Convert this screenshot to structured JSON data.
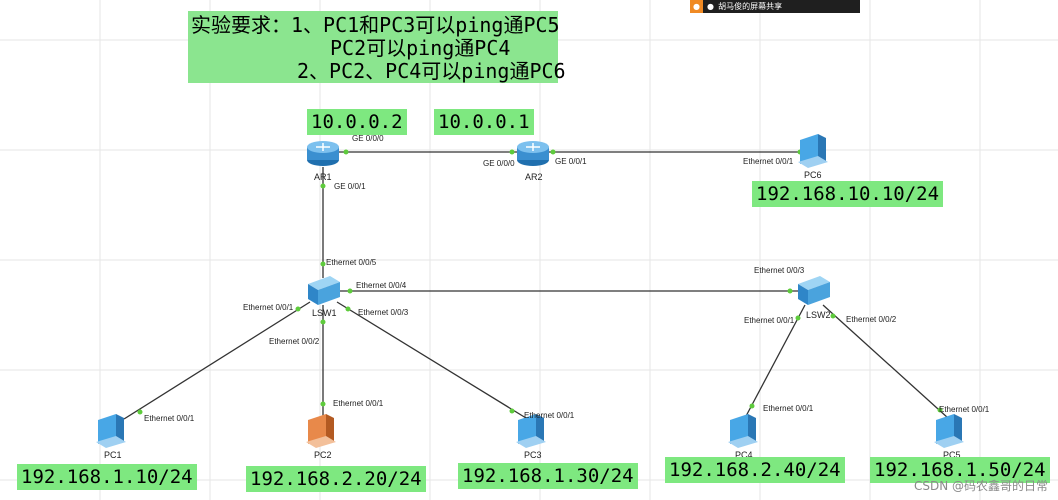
{
  "requirements": {
    "line1": "实验要求：1、PC1和PC3可以ping通PC5",
    "line2": "PC2可以ping通PC4",
    "line3": "2、PC2、PC4可以ping通PC6"
  },
  "share_bar": {
    "text": "胡马俊的屏幕共享"
  },
  "watermark": "CSDN @码农鑫哥的日常",
  "ip_labels": {
    "ar1": "10.0.0.2",
    "ar2": "10.0.0.1",
    "pc6": "192.168.10.10/24",
    "pc1": "192.168.1.10/24",
    "pc2": "192.168.2.20/24",
    "pc3": "192.168.1.30/24",
    "pc4": "192.168.2.40/24",
    "pc5": "192.168.1.50/24"
  },
  "devices": {
    "ar1": "AR1",
    "ar2": "AR2",
    "lsw1": "LSW1",
    "lsw2": "LSW2",
    "pc1": "PC1",
    "pc2": "PC2",
    "pc3": "PC3",
    "pc4": "PC4",
    "pc5": "PC5",
    "pc6": "PC6"
  },
  "ports": {
    "ar1_ge000": "GE 0/0/0",
    "ar1_ge001": "GE 0/0/1",
    "ar2_ge000": "GE 0/0/0",
    "ar2_ge001": "GE 0/0/1",
    "pc6_eth": "Ethernet 0/0/1",
    "lsw1_e5": "Ethernet 0/0/5",
    "lsw1_e4": "Ethernet 0/0/4",
    "lsw1_e1": "Ethernet 0/0/1",
    "lsw1_e3": "Ethernet 0/0/3",
    "lsw1_e2": "Ethernet 0/0/2",
    "lsw2_e3": "Ethernet 0/0/3",
    "lsw2_e1": "Ethernet 0/0/1",
    "lsw2_e2": "Ethernet 0/0/2",
    "pc1_eth": "Ethernet 0/0/1",
    "pc2_eth": "Ethernet 0/0/1",
    "pc3_eth": "Ethernet 0/0/1",
    "pc4_eth": "Ethernet 0/0/1",
    "pc5_eth": "Ethernet 0/0/1"
  },
  "colors": {
    "label_bg": "#7ee880",
    "link": "#333333",
    "port_dot": "#5ecb3c",
    "router": "#3a8fd0",
    "pc_normal": "#48a7e6",
    "pc_selected": "#e8894a"
  }
}
